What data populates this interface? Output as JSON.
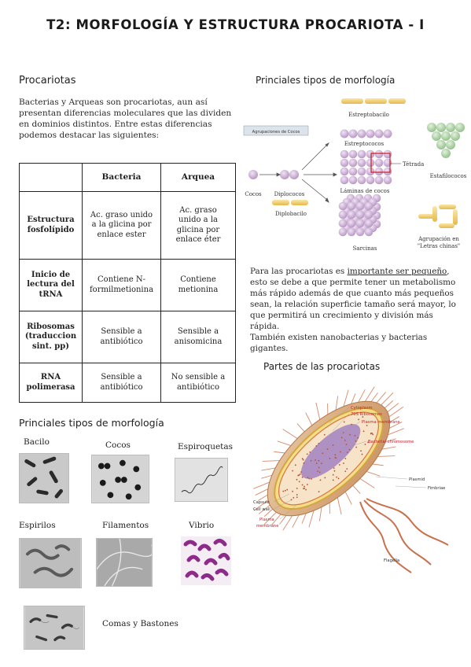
{
  "title": "T2: MORFOLOGÍA Y ESTRUCTURA PROCARIOTA - I",
  "procariotas": {
    "heading": "Procariotas",
    "lines": [
      "Bacterias y Arqueas son procariotas, aun así",
      "presentan diferencias moleculares que las dividen",
      "en dominios distintos. Entre estas diferencias",
      "podemos destacar las siguientes:"
    ]
  },
  "table": {
    "headers": [
      "",
      "Bacteria",
      "Arquea"
    ],
    "rows": [
      {
        "label": [
          "Estructura",
          "fosfolípido"
        ],
        "bacteria": [
          "Ac. graso unido",
          "a la glicina por",
          "enlace ester"
        ],
        "arquea": [
          "Ac. graso",
          "unido a la",
          "glicina por",
          "enlace éter"
        ]
      },
      {
        "label": [
          "Inicio de",
          "lectura del",
          "tRNA"
        ],
        "bacteria": [
          "Contiene N-",
          "formilmetionina"
        ],
        "arquea": [
          "Contiene",
          "metionina"
        ]
      },
      {
        "label": [
          "Ribosomas",
          "(traduccion",
          "sint. pp)"
        ],
        "bacteria": [
          "Sensible a",
          "antibiótico"
        ],
        "arquea": [
          "Sensible a",
          "anisomicina"
        ]
      },
      {
        "label": [
          "RNA",
          "polimerasa"
        ],
        "bacteria": [
          "Sensible a",
          "antibiótico"
        ],
        "arquea": [
          "No sensible a",
          "antibiótico"
        ]
      }
    ]
  },
  "morfologia_top": {
    "heading": "Princiales tipos de morfología",
    "diagram_header": "Agrupaciones de Cocos",
    "labels": {
      "estreptobacilo": "Estreptobacilo",
      "estreptococos": "Estreptococos",
      "cocos": "Cocos",
      "diplococos": "Diplococos",
      "diplobacilo": "Diplobacilo",
      "tetrada": "Tétrada",
      "laminas": "Láminas de cocos",
      "estafilococos": "Estafilococos",
      "sarcinas": "Sarcinas",
      "letras_chinas": [
        "Agrupación en",
        "\"Letras chinas\""
      ]
    }
  },
  "tamano": {
    "line1_pre": "Para las procariotas es ",
    "line1_u": "importante ser pequeño",
    "line1_post": ",",
    "lines": [
      "esto se debe a que permite tener un metabolismo",
      "más rápido además de que cuanto más pequeños",
      "sean, la relación superficie tamaño será mayor, lo",
      "que permitirá un crecimiento y división más",
      "rápida.",
      "También existen nanobacterias y bacterias gigantes."
    ]
  },
  "partes": {
    "heading": "Partes de las procariotas",
    "labels": {
      "cytoplasm": "Cytoplasm",
      "ribosomes": "70S Ribosomes",
      "plasma_top": "Plasma membrane",
      "chromosome": "Bacterial chromosome",
      "plasmid": "Plasmid",
      "fimbriae": "Fimbriae",
      "capsule": "Capsule",
      "cellwall": "Cell wall",
      "plasma_bottom": [
        "Plasma",
        "membrane"
      ],
      "flagella": "Flagella"
    }
  },
  "morfologia_bottom": {
    "heading": "Princiales tipos de morfología",
    "captions": {
      "bacilo": "Bacilo",
      "cocos": "Cocos",
      "espiroquetas": "Espiroquetas",
      "espirilos": "Espirilos",
      "filamentos": "Filamentos",
      "vibrio": "Vibrio",
      "comas": "Comas y Bastones"
    }
  }
}
